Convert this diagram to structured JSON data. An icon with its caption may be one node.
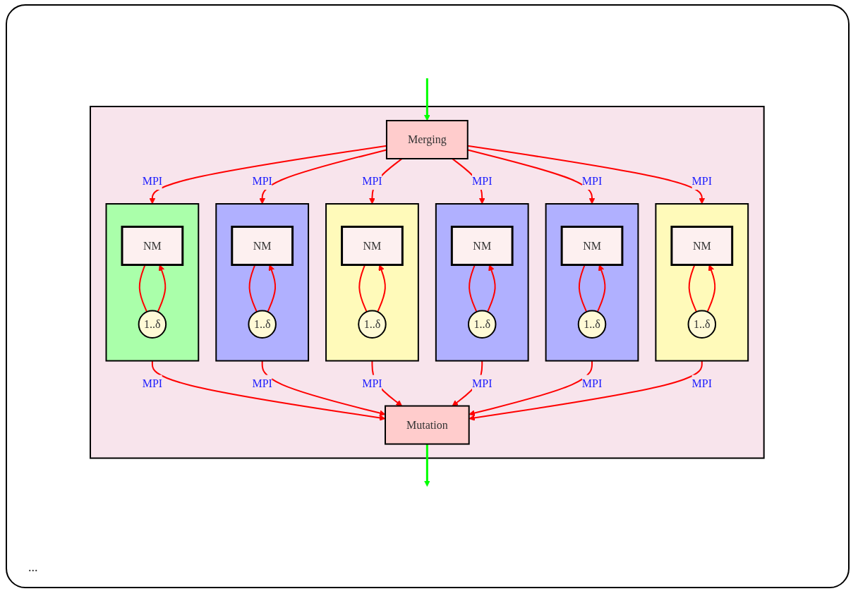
{
  "diagram": {
    "nodes": [
      {
        "text": [],
        "shape": "box"
      },
      {
        "text": [
          "Merging"
        ],
        "in": 0
      },
      {
        "text": [],
        "shape": "box",
        "in": 0
      },
      {
        "text": [
          "NM"
        ],
        "in": 2
      },
      {
        "text": [
          "1..δ"
        ],
        "in": 2
      },
      {
        "text": [],
        "shape": "box",
        "in": 0
      },
      {
        "text": [
          "NM"
        ],
        "in": 5
      },
      {
        "text": [
          "1..δ"
        ],
        "in": 5
      },
      {
        "text": [],
        "shape": "box",
        "in": 0
      },
      {
        "text": [
          "NM"
        ],
        "in": 8
      },
      {
        "text": [
          "1..δ"
        ],
        "in": 8
      },
      {
        "text": [],
        "shape": "box",
        "in": 0
      },
      {
        "text": [
          "NM"
        ],
        "in": 11
      },
      {
        "text": [
          "1..δ"
        ],
        "in": 11
      },
      {
        "text": [],
        "shape": "box",
        "in": 0
      },
      {
        "text": [
          "NM"
        ],
        "in": 14
      },
      {
        "text": [
          "1..δ"
        ],
        "in": 14
      },
      {
        "text": [],
        "shape": "box",
        "in": 0
      },
      {
        "text": [
          "NM"
        ],
        "in": 17
      },
      {
        "text": [
          "1..δ"
        ],
        "in": 17
      },
      {
        "text": [
          "Mutation"
        ],
        "in": 0
      }
    ],
    "edges": [
      {
        "from": null,
        "to": 1,
        "arrow": "to",
        "color": "#00ff00"
      },
      {
        "from": 1,
        "to": 2,
        "arrow": "to",
        "label": "MPI"
      },
      {
        "from": 1,
        "to": 5,
        "arrow": "to",
        "label": "MPI"
      },
      {
        "from": 1,
        "to": 8,
        "arrow": "to",
        "label": "MPI"
      },
      {
        "from": 1,
        "to": 11,
        "arrow": "to",
        "label": "MPI"
      },
      {
        "from": 1,
        "to": 14,
        "arrow": "to",
        "label": "MPI"
      },
      {
        "from": 1,
        "to": 17,
        "arrow": "to",
        "label": "MPI"
      },
      {
        "from": 3,
        "to": 4,
        "arrow": "none"
      },
      {
        "from": 4,
        "to": 3,
        "arrow": "to"
      },
      {
        "from": 6,
        "to": 7,
        "arrow": "none"
      },
      {
        "from": 7,
        "to": 6,
        "arrow": "to"
      },
      {
        "from": 9,
        "to": 10,
        "arrow": "none"
      },
      {
        "from": 10,
        "to": 9,
        "arrow": "to"
      },
      {
        "from": 12,
        "to": 13,
        "arrow": "none"
      },
      {
        "from": 13,
        "to": 12,
        "arrow": "to"
      },
      {
        "from": 15,
        "to": 16,
        "arrow": "none"
      },
      {
        "from": 16,
        "to": 15,
        "arrow": "to"
      },
      {
        "from": 18,
        "to": 19,
        "arrow": "none"
      },
      {
        "from": 19,
        "to": 18,
        "arrow": "to"
      },
      {
        "from": 2,
        "to": 20,
        "arrow": "to",
        "label": "MPI"
      },
      {
        "from": 5,
        "to": 20,
        "arrow": "to",
        "label": "MPI"
      },
      {
        "from": 8,
        "to": 20,
        "arrow": "to",
        "label": "MPI"
      },
      {
        "from": 11,
        "to": 20,
        "arrow": "to",
        "label": "MPI"
      },
      {
        "from": 14,
        "to": 20,
        "arrow": "to",
        "label": "MPI"
      },
      {
        "from": 17,
        "to": 20,
        "arrow": "to",
        "label": "MPI"
      },
      {
        "from": 20,
        "to": null,
        "arrow": "to",
        "color": "#00ff00"
      }
    ],
    "labels": [
      "..."
    ]
  }
}
